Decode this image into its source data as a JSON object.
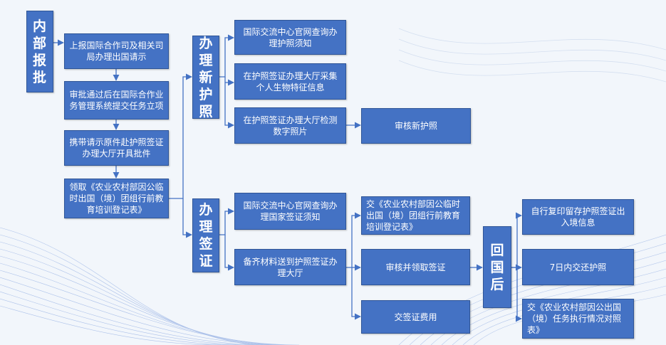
{
  "nodes": {
    "internal": "内部报批",
    "report": "上报国际合作司及相关司局办理出国请示",
    "approve": "审批通过后在国际合作业务管理系统提交任务立项",
    "carry": "携带请示原件赴护照签证办理大厅开具批件",
    "collect_form": "领取《农业农村部因公临时出国（境）团组行前教育培训登记表》",
    "new_passport": "办理新护照",
    "visa": "办理签证",
    "check_passport_notice": "国际交流中心官网查询办理护照须知",
    "biometrics": "在护照签证办理大厅采集个人生物特征信息",
    "photo": "在护照签证办理大厅检测数字照片",
    "review_passport": "审核新护照",
    "check_visa_notice": "国际交流中心官网查询办理国家签证须知",
    "submit_materials": "备齐材料送到护照签证办理大厅",
    "hand_in_form": "交《农业农村部因公临时出国（境）团组行前教育培训登记表》",
    "review_visa": "审核并领取签证",
    "pay_fee": "交签证费用",
    "after_return": "回国后",
    "copy_retain": "自行复印留存护照签证出入境信息",
    "return_passport": "7日内交还护照",
    "hand_in_task_table": "交《农业农村部因公出国（境）任务执行情况对照表》"
  },
  "colors": {
    "node_fill": "#4472c4",
    "node_border": "#2f5597",
    "node_text": "#ffffff",
    "connector": "#4472c4",
    "background": "#f2f6fb"
  }
}
